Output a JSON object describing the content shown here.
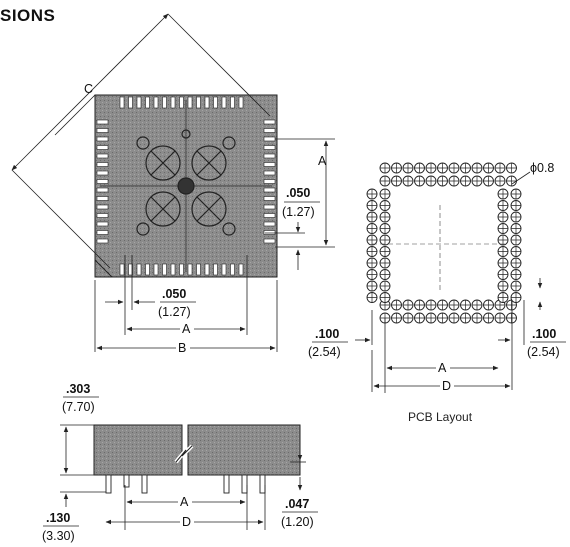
{
  "heading": "SIONS",
  "colors": {
    "package": "#8a8a8a",
    "ink": "#111111"
  },
  "top_view": {
    "label_c": "C",
    "label_a_right": "A",
    "pitch_in": ".050",
    "pitch_mm": "(1.27)",
    "pitch_bottom_in": ".050",
    "pitch_bottom_mm": "(1.27)",
    "label_a_bottom": "A",
    "label_b": "B"
  },
  "pcb": {
    "hole": "ϕ0.8",
    "left_in": ".100",
    "left_mm": "(2.54)",
    "right_in": ".100",
    "right_mm": "(2.54)",
    "label_a": "A",
    "label_d": "D",
    "caption": "PCB Layout"
  },
  "side_view": {
    "height_in": ".303",
    "height_mm": "(7.70)",
    "pin_in": ".130",
    "pin_mm": "(3.30)",
    "pin_dia_in": ".047",
    "pin_dia_mm": "(1.20)",
    "label_a": "A",
    "label_d": "D"
  }
}
